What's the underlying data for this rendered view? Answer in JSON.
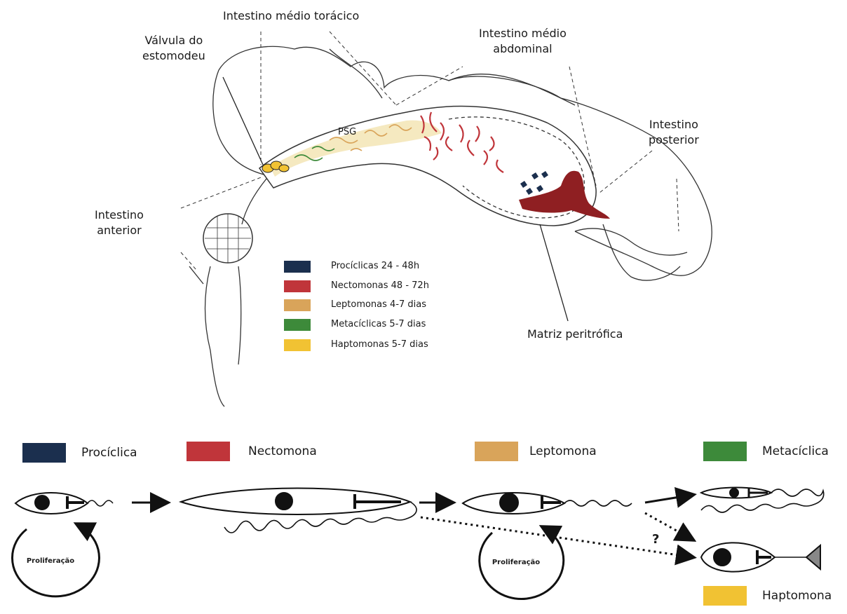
{
  "labels": {
    "intestino_medio_toracico": "Intestino médio torácico",
    "valvula_line1": "Válvula do",
    "valvula_line2": "estomodeu",
    "intestino_medio_abdominal_line1": "Intestino médio",
    "intestino_medio_abdominal_line2": "abdominal",
    "intestino_posterior_line1": "Intestino",
    "intestino_posterior_line2": "posterior",
    "intestino_anterior_line1": "Intestino",
    "intestino_anterior_line2": "anterior",
    "psg": "PSG",
    "matriz": "Matriz peritrófica"
  },
  "legend": [
    {
      "label": "Procíclicas 24 - 48h",
      "color": "#1b2f4e"
    },
    {
      "label": "Nectomonas 48 - 72h",
      "color": "#c0353a"
    },
    {
      "label": "Leptomonas 4-7 dias",
      "color": "#d9a45a"
    },
    {
      "label": "Metacíclicas 5-7 dias",
      "color": "#3d8a3a"
    },
    {
      "label": "Haptomonas 5-7 dias",
      "color": "#f1c233"
    }
  ],
  "stages": [
    {
      "label": "Procíclica",
      "color": "#1b2f4e"
    },
    {
      "label": "Nectomona",
      "color": "#c0353a"
    },
    {
      "label": "Leptomona",
      "color": "#d9a45a"
    },
    {
      "label": "Metacíclica",
      "color": "#3d8a3a"
    },
    {
      "label": "Haptomona",
      "color": "#f1c233"
    }
  ],
  "proliferation": [
    "Proliferação",
    "Proliferação"
  ],
  "question_mark": "?"
}
